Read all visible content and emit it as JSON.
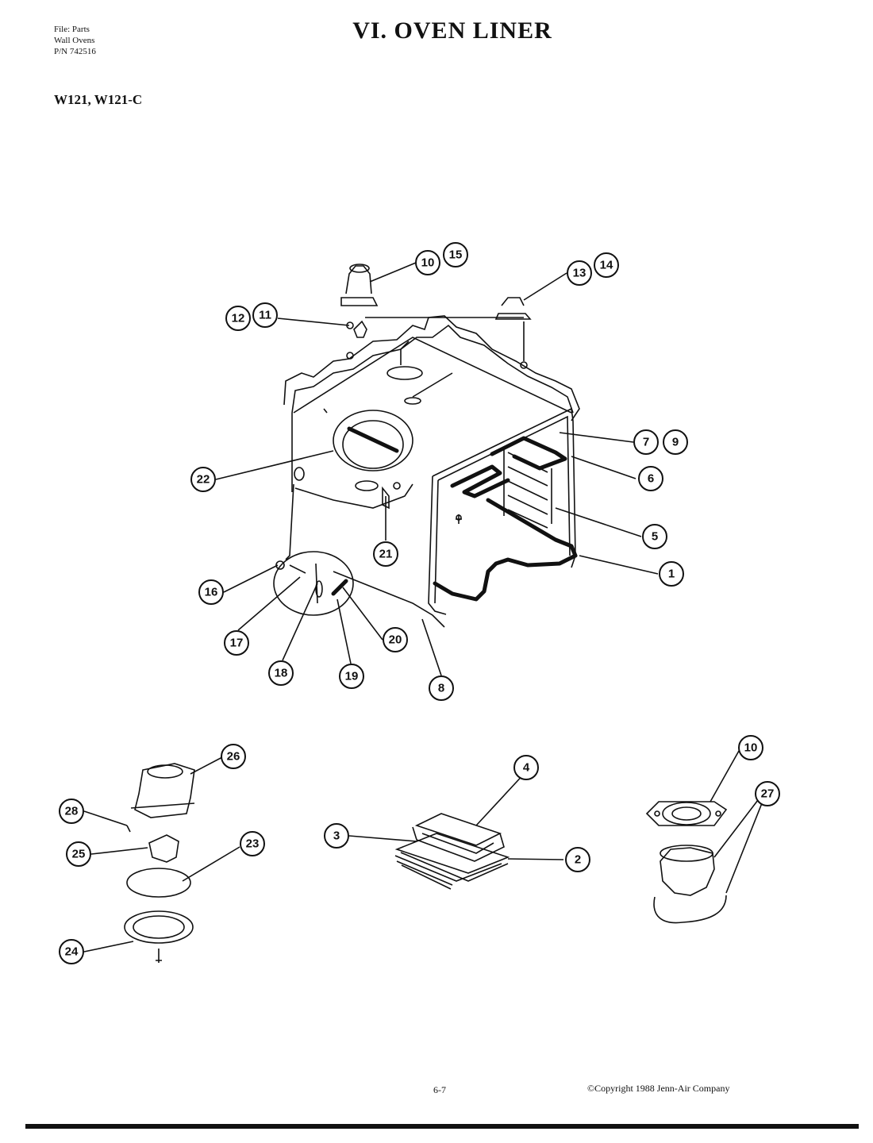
{
  "header": {
    "file_line1": "File: Parts",
    "file_line2": "Wall Ovens",
    "file_line3": "P/N 742516",
    "title": "VI.  OVEN LINER",
    "models": "W121,  W121-C"
  },
  "callouts": [
    "10",
    "15",
    "13",
    "14",
    "12",
    "11",
    "7",
    "9",
    "6",
    "22",
    "5",
    "21",
    "1",
    "16",
    "20",
    "17",
    "18",
    "19",
    "8",
    "26",
    "10",
    "28",
    "4",
    "27",
    "25",
    "23",
    "3",
    "2",
    "24"
  ],
  "footer": {
    "page_number": "6-7",
    "copyright": "©Copyright 1988 Jenn-Air Company"
  }
}
